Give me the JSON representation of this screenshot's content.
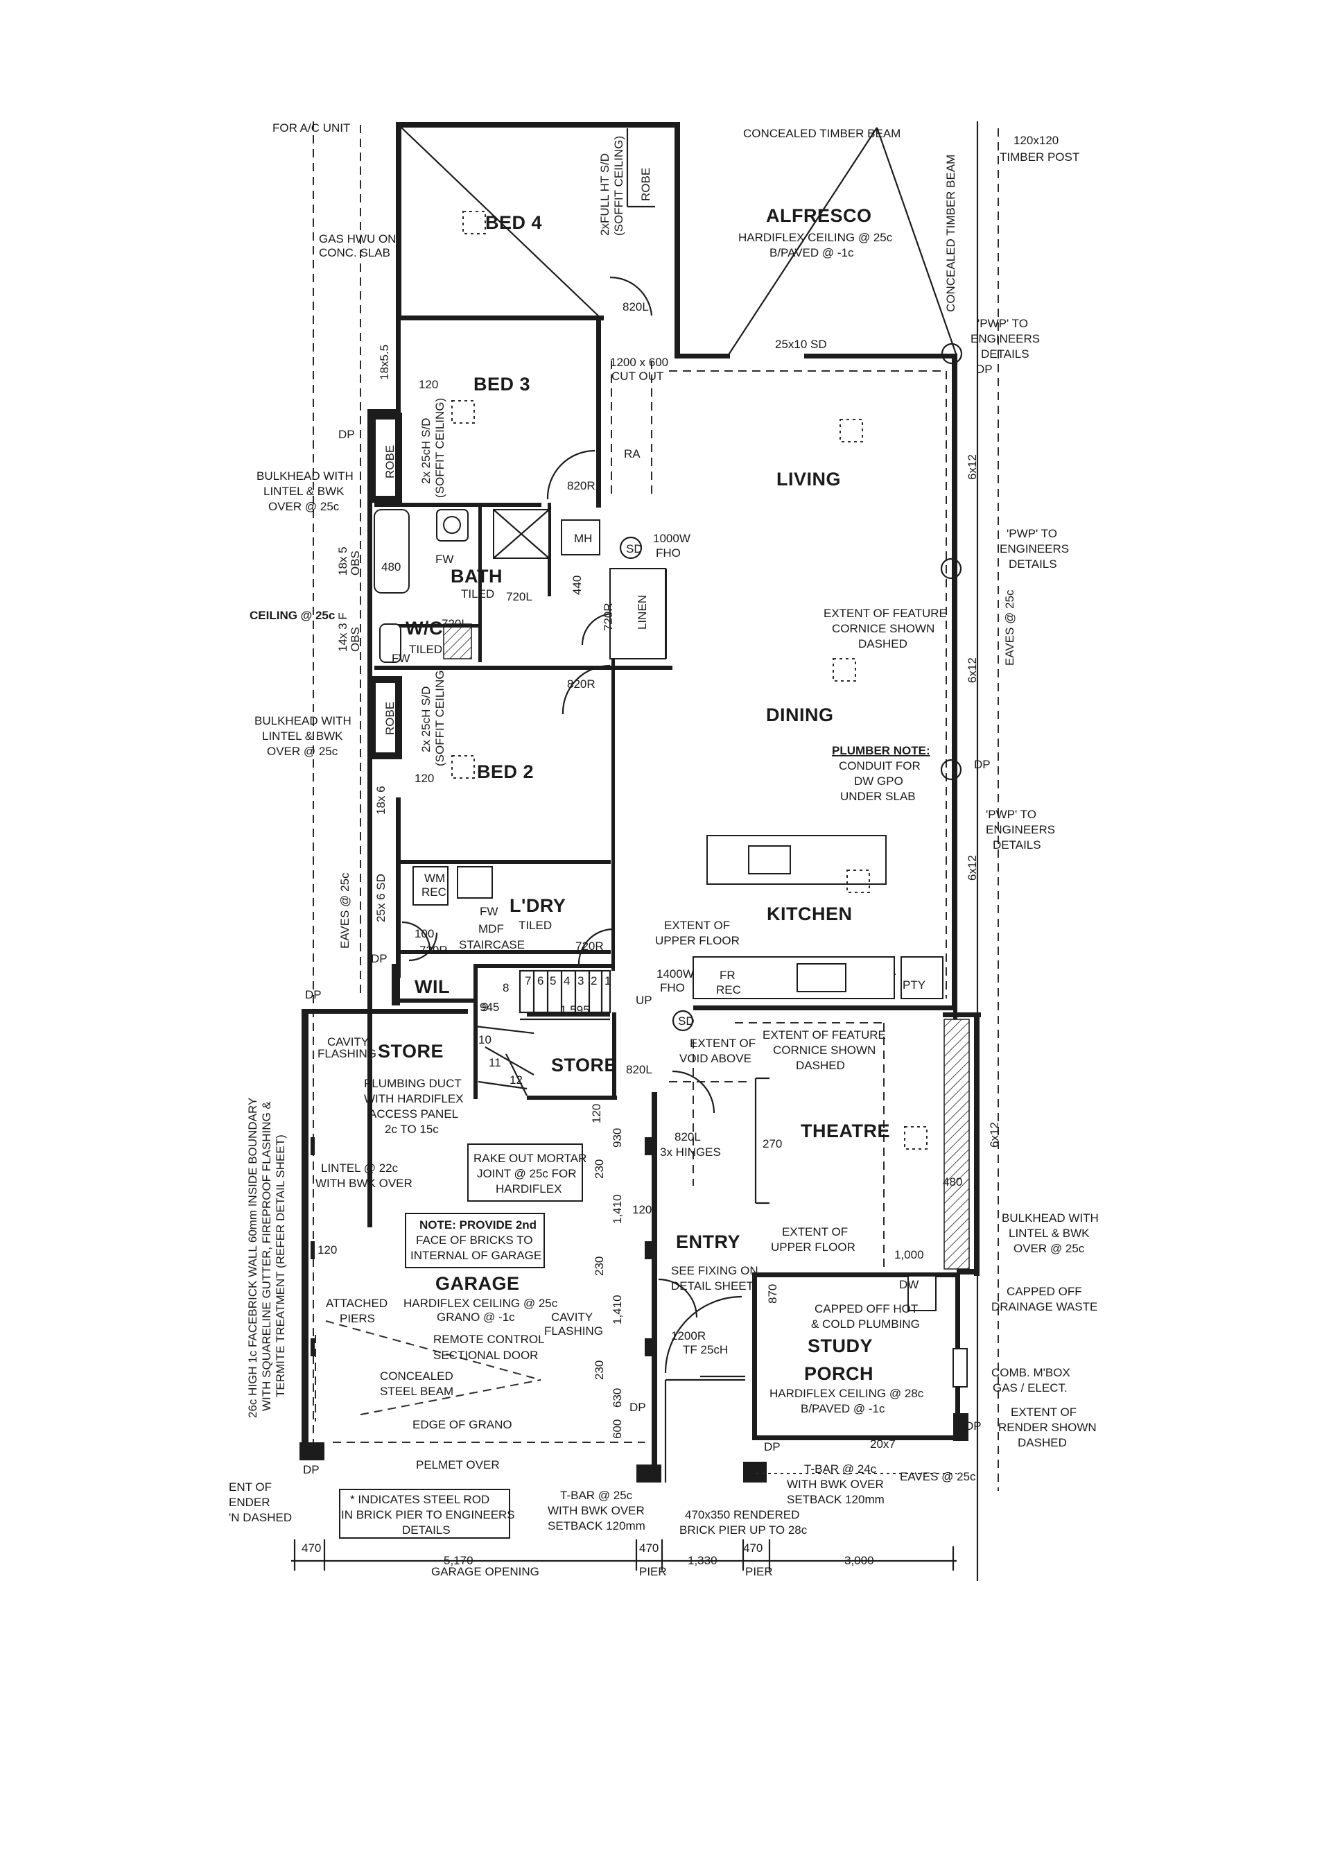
{
  "rooms": {
    "bed4": "BED 4",
    "bed3": "BED 3",
    "bed2": "BED 2",
    "bath": "BATH",
    "wc": "W/C",
    "ldry": "L'DRY",
    "wil": "WIL",
    "store1": "STORE",
    "store2": "STORE",
    "garage": "GARAGE",
    "entry": "ENTRY",
    "theatre": "THEATRE",
    "study": "STUDY",
    "porch": "PORCH",
    "kitchen": "KITCHEN",
    "dining": "DINING",
    "living": "LIVING",
    "alfresco": "ALFRESCO",
    "linen": "LINEN",
    "robe1": "ROBE",
    "robe2": "ROBE",
    "robe3": "ROBE"
  },
  "notes": {
    "for_ac": "FOR A/C UNIT",
    "gas_hwu_1": "GAS HWU ON",
    "gas_hwu_2": "CONC. SLAB",
    "concealed_beam_top": "CONCEALED TIMBER BEAM",
    "timber_post_1": "120x120",
    "timber_post_2": "TIMBER POST",
    "concealed_beam_vert": "CONCEALED TIMBER BEAM",
    "alfresco_ceiling": "HARDIFLEX CEILING @ 25c",
    "alfresco_paved": "B/PAVED @ -1c",
    "full_ht_sd_1": "2xFULL HT S/D",
    "full_ht_sd_2": "(SOFFIT CEILING)",
    "bed3_sd_1": "2x 25cH S/D",
    "bed3_sd_2": "(SOFFIT CEILING)",
    "bed2_sd_1": "2x 25cH S/D",
    "bed2_sd_2": "(SOFFIT CEILING)",
    "pwp_1a": "'PWP' TO",
    "pwp_1b": "ENGINEERS",
    "pwp_1c": "DETAILS",
    "pwp_2a": "'PWP' TO",
    "pwp_2b": "ENGINEERS",
    "pwp_2c": "DETAILS",
    "pwp_3a": "'PWP' TO",
    "pwp_3b": "ENGINEERS",
    "pwp_3c": "DETAILS",
    "sd_25x10": "25x10 SD",
    "cutout_1": "1200 x 600",
    "cutout_2": "CUT OUT",
    "ra": "RA",
    "mh": "MH",
    "sd": "SD",
    "fho_1000_1": "1000W",
    "fho_1000_2": "FHO",
    "fho_1400_1": "1400W",
    "fho_1400_2": "FHO",
    "bulkhead_1a": "BULKHEAD WITH",
    "bulkhead_1b": "LINTEL & BWK",
    "bulkhead_1c": "OVER @ 25c",
    "bulkhead_2a": "BULKHEAD WITH",
    "bulkhead_2b": "LINTEL & BWK",
    "bulkhead_2c": "OVER @ 25c",
    "bulkhead_3a": "BULKHEAD WITH",
    "bulkhead_3b": "LINTEL & BWK",
    "bulkhead_3c": "OVER @ 25c",
    "ceiling_25c": "CEILING @ 25c",
    "obs_18x5": "18x 5",
    "obs_18x5_b": "OBS",
    "obs_14x3": "14x 3 F",
    "obs_14x3_b": "OBS",
    "feature_cornice_1a": "EXTENT OF FEATURE",
    "feature_cornice_1b": "CORNICE SHOWN",
    "feature_cornice_1c": "DASHED",
    "feature_cornice_2a": "EXTENT OF FEATURE",
    "feature_cornice_2b": "CORNICE SHOWN",
    "feature_cornice_2c": "DASHED",
    "plumber_note": "PLUMBER NOTE:",
    "plumber_1": "CONDUIT FOR",
    "plumber_2": "DW GPO",
    "plumber_3": "UNDER SLAB",
    "eaves_1": "EAVES @ 25c",
    "eaves_2": "EAVES @ 25c",
    "eaves_3": "EAVES @ 25c",
    "dp": "DP",
    "fw": "FW",
    "tiled": "TILED",
    "wm": "WM",
    "rec": "REC",
    "mdf_staircase_1": "MDF",
    "mdf_staircase_2": "STAIRCASE",
    "extent_upper_1a": "EXTENT OF",
    "extent_upper_1b": "UPPER FLOOR",
    "extent_upper_2a": "EXTENT OF",
    "extent_upper_2b": "UPPER FLOOR",
    "extent_void_1": "EXTENT OF",
    "extent_void_2": "VOID ABOVE",
    "up": "UP",
    "fr": "FR",
    "pty": "PTY",
    "cavity_flashing_1": "CAVITY",
    "cavity_flashing_2": "FLASHING",
    "cavity_flashing_3": "CAVITY",
    "cavity_flashing_4": "FLASHING",
    "plumbing_duct_1": "PLUMBING DUCT",
    "plumbing_duct_2": "WITH HARDIFLEX",
    "plumbing_duct_3": "ACCESS PANEL",
    "plumbing_duct_4": "2c TO 15c",
    "lintel_22c_1": "LINTEL @ 22c",
    "lintel_22c_2": "WITH BWK OVER",
    "rake_1": "RAKE OUT MORTAR",
    "rake_2": "JOINT @ 25c FOR",
    "rake_3": "HARDIFLEX",
    "note_bricks_1": "NOTE: PROVIDE 2nd",
    "note_bricks_2": "FACE OF BRICKS TO",
    "note_bricks_3": "INTERNAL OF GARAGE",
    "garage_ceiling": "HARDIFLEX CEILING @ 25c",
    "garage_grano": "GRANO @ -1c",
    "attached_piers_1": "ATTACHED",
    "attached_piers_2": "PIERS",
    "remote_door_1": "REMOTE CONTROL",
    "remote_door_2": "SECTIONAL DOOR",
    "concealed_steel_1": "CONCEALED",
    "concealed_steel_2": "STEEL BEAM",
    "edge_grano": "EDGE OF GRANO",
    "pelmet": "PELMET OVER",
    "boundary_1": "26c HIGH 1c FACEBRICK WALL 60mm INSIDE BOUNDARY",
    "boundary_2": "WITH SQUARELINE GUTTER, FIREPROOF FLASHING &",
    "boundary_3": "TERMITE TREATMENT (REFER DETAIL SHEET)",
    "hinges_1": "820L",
    "hinges_2": "3x HINGES",
    "see_fixing_1": "SEE FIXING ON",
    "see_fixing_2": "DETAIL SHEET",
    "tf_1": "1200R",
    "tf_2": "TF 25cH",
    "capped_hot_1": "CAPPED OFF HOT",
    "capped_hot_2": "& COLD PLUMBING",
    "dw": "DW",
    "capped_drain_1": "CAPPED OFF",
    "capped_drain_2": "DRAINAGE WASTE",
    "porch_ceiling": "HARDIFLEX CEILING @ 28c",
    "porch_paved": "B/PAVED @ -1c",
    "mbox_1": "COMB. M'BOX",
    "mbox_2": "GAS / ELECT.",
    "render_1": "EXTENT OF",
    "render_2": "RENDER SHOWN",
    "render_3": "DASHED",
    "tbar_24_1": "T-BAR @ 24c",
    "tbar_24_2": "WITH BWK OVER",
    "tbar_24_3": "SETBACK 120mm",
    "tbar_25_1": "T-BAR @ 25c",
    "tbar_25_2": "WITH BWK OVER",
    "tbar_25_3": "SETBACK 120mm",
    "rendered_pier_1": "470x350 RENDERED",
    "rendered_pier_2": "BRICK PIER UP TO 28c",
    "steel_rod_1": "* INDICATES STEEL ROD",
    "steel_rod_2": "IN BRICK PIER TO ENGINEERS",
    "steel_rod_3": "DETAILS",
    "left_cut_1": "ENT OF",
    "left_cut_2": "ENDER",
    "left_cut_3": "'N DASHED",
    "garage_opening": "GARAGE OPENING",
    "pier_1": "PIER",
    "pier_2": "PIER"
  },
  "dims": {
    "d820L_top": "820L",
    "d120_bed3": "120",
    "d18x55": "18x5.5",
    "d820R_bed3": "820R",
    "d720L_bath": "720L",
    "d440": "440",
    "d720R_linen": "720R",
    "d720L_wc": "720L",
    "d480_bath": "480",
    "d820R_bed2": "820R",
    "d120_bed2": "120",
    "d18x6": "18x 6",
    "d25x6sd": "25x 6 SD",
    "d100": "100",
    "d720R_ldry": "720R",
    "d720R_stair": "720R",
    "d945": "945",
    "d1595": "1,595",
    "d820L_store": "820L",
    "d120_g1": "120",
    "d930": "930",
    "d230_1": "230",
    "d1410_1": "1,410",
    "d120_g2": "120",
    "d230_2": "230",
    "d1410_2": "1,410",
    "d230_3": "230",
    "d630": "630",
    "d600": "600",
    "d120_glintel": "120",
    "d270": "270",
    "d480_theatre": "480",
    "d1000": "1,000",
    "d870": "870",
    "d6x12_1": "6x12",
    "d6x12_2": "6x12",
    "d6x12_3": "6x12",
    "d6x12_4": "6x12",
    "d20x7": "20x7",
    "d470_1": "470",
    "d5170": "5,170",
    "d470_2": "470",
    "d1330": "1,330",
    "d470_3": "470",
    "d3000": "3,000",
    "stair_1": "1",
    "stair_2": "2",
    "stair_3": "3",
    "stair_4": "4",
    "stair_5": "5",
    "stair_6": "6",
    "stair_7": "7",
    "stair_8": "8",
    "stair_9": "9",
    "stair_10": "10",
    "stair_11": "11",
    "stair_12": "12"
  }
}
